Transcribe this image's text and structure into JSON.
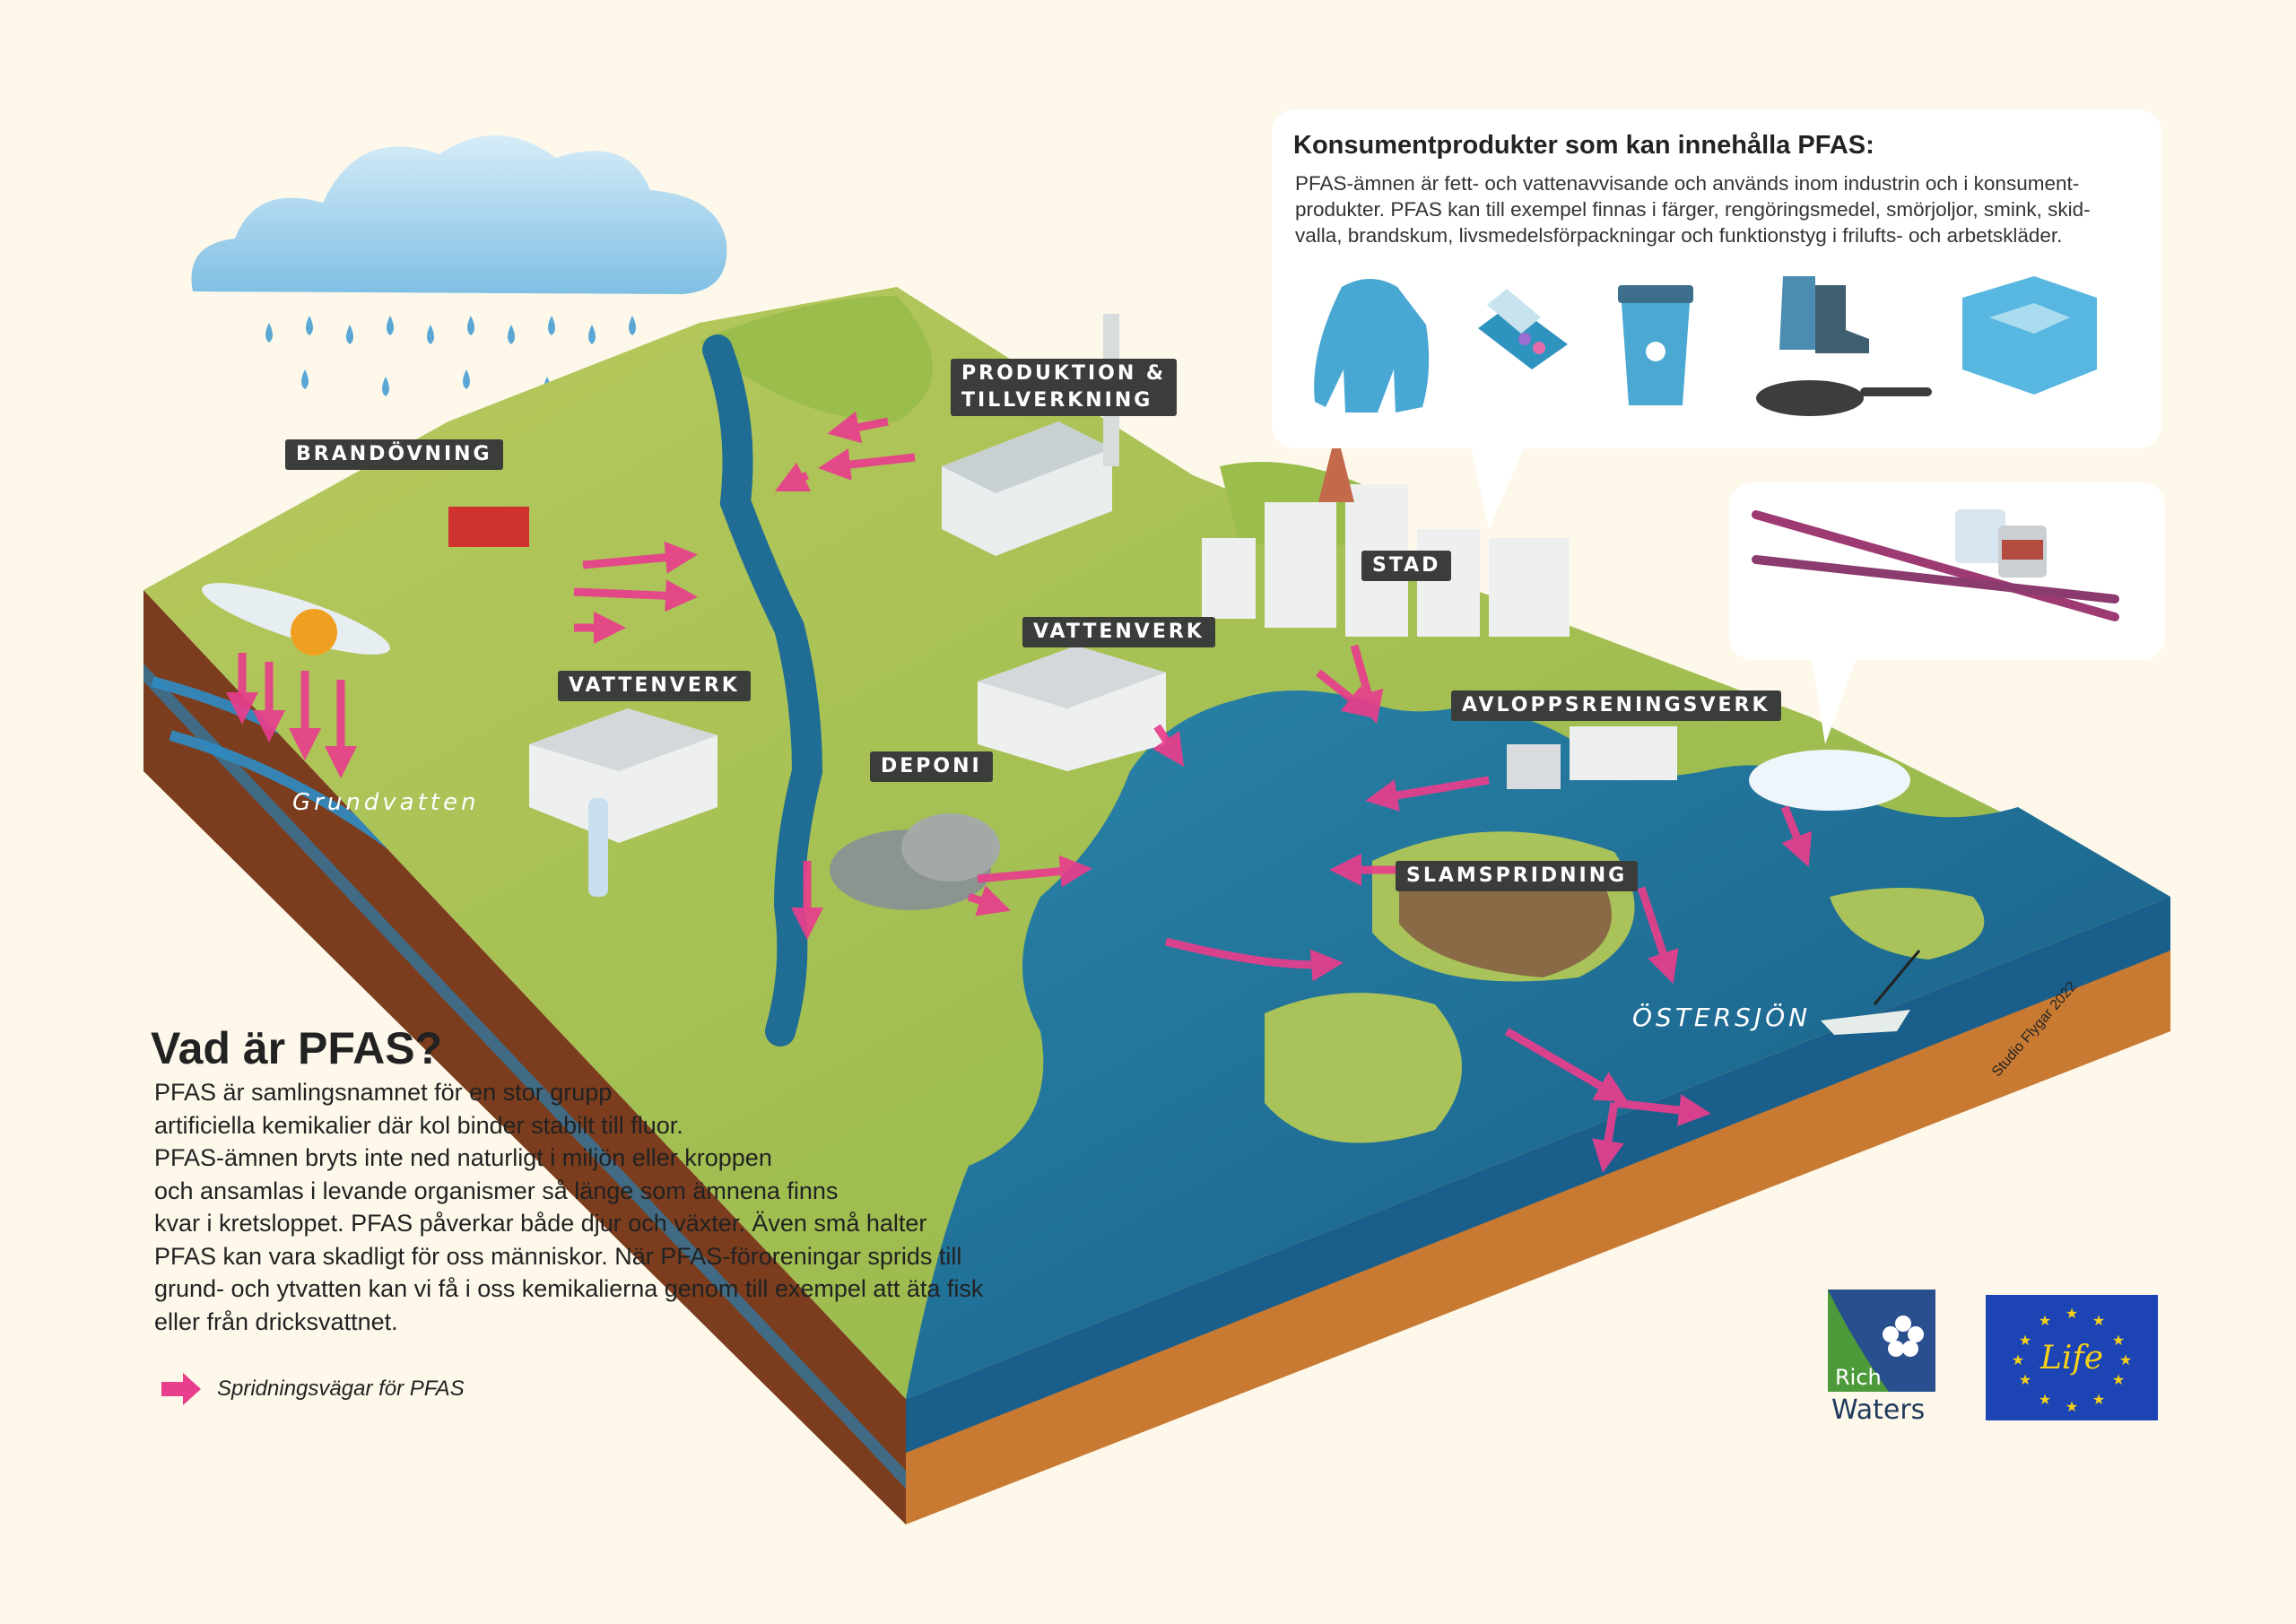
{
  "title": "Vad är PFAS?",
  "description_lines": [
    "PFAS är samlingsnamnet för en stor grupp",
    "artificiella kemikalier där kol binder stabilt till fluor.",
    "PFAS-ämnen bryts inte ned naturligt i miljön eller kroppen",
    "och ansamlas i levande organismer så länge som ämnena finns",
    "kvar i kretsloppet. PFAS påverkar både djur och växter. Även små halter",
    "PFAS kan vara skadligt för oss människor. När PFAS-föroreningar sprids till",
    "grund- och ytvatten kan vi få i oss kemikalierna genom till exempel att äta fisk",
    "eller från dricksvattnet."
  ],
  "legend": {
    "label": "Spridningsvägar för PFAS",
    "arrow_color": "#e83e8c"
  },
  "consumer_box": {
    "title": "Konsumentprodukter som kan innehålla PFAS:",
    "lines": [
      "PFAS-ämnen är fett- och vattenavvisande och används inom industrin och i konsument-",
      "produkter. PFAS kan till exempel finnas i färger, rengöringsmedel, smörjoljor, smink, skid-",
      "valla, brandskum, livsmedelsförpackningar och funktionstyg i frilufts- och arbetskläder."
    ],
    "products": [
      "jacket-icon",
      "makeup-palette-icon",
      "coffee-cup-icon",
      "hiking-boots-icon",
      "frying-pan-icon",
      "armchair-icon",
      "skis-icon",
      "ski-wax-icon"
    ]
  },
  "labels": {
    "brandovning": "BRANDÖVNING",
    "produktion_1": "PRODUKTION &",
    "produktion_2": "TILLVERKNING",
    "vattenverk_left": "VATTENVERK",
    "vattenverk_mid": "VATTENVERK",
    "deponi": "DEPONI",
    "stad": "STAD",
    "avlopp": "AVLOPPSRENINGSVERK",
    "slamspridning": "SLAMSPRIDNING",
    "grundvatten": "Grundvatten",
    "ostersjon": "ÖSTERSJÖN"
  },
  "credit": "Studio Flygar 2022",
  "logos": {
    "richwaters_line1": "Rich",
    "richwaters_line2": "Waters",
    "life": "Life"
  },
  "colors": {
    "background": "#fdf8ea",
    "land": "#a9c25a",
    "water": "#1f6c94",
    "soil": "#7b3d1e",
    "pfas_arrow": "#e83e8c",
    "eu_blue": "#1d44b4",
    "eu_star": "#f7d117"
  }
}
